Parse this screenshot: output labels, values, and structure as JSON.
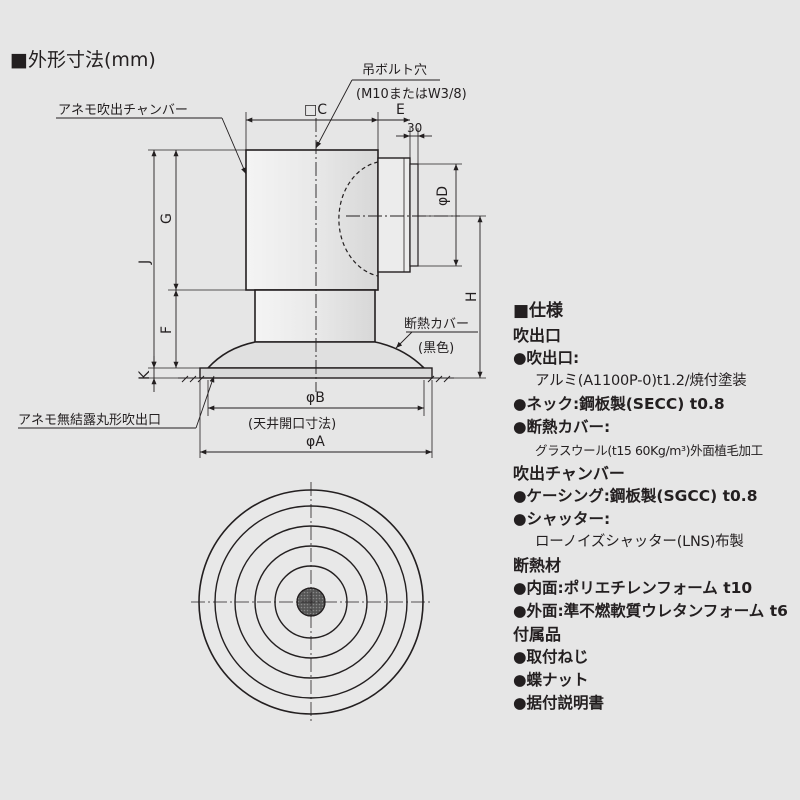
{
  "header": {
    "title": "■外形寸法(mm)"
  },
  "labels": {
    "bolt_hole": "吊ボルト穴",
    "bolt_spec": "(M10またはW3/8)",
    "chamber": "アネモ吹出チャンバー",
    "cover": "断熱カバー",
    "cover_color": "(黒色)",
    "outlet": "アネモ無結露丸形吹出口",
    "ceiling": "(天井開口寸法)"
  },
  "dims": {
    "c": "□C",
    "e": "E",
    "d30": "30",
    "phiD": "φD",
    "g": "G",
    "j": "J",
    "h": "H",
    "f": "F",
    "k": "K",
    "phiB": "φB",
    "phiA": "φA"
  },
  "specs": {
    "title": "■仕様",
    "groups": [
      {
        "name": "吹出口",
        "items": [
          {
            "label": "●吹出口:",
            "value": "アルミ(A1100P-0)t1.2/焼付塗装"
          },
          {
            "label": "●ネック:鋼板製(SECC) t0.8",
            "value": ""
          },
          {
            "label": "●断熱カバー:",
            "value": "グラスウール(t15 60Kg/m³)外面植毛加工",
            "small": true
          }
        ]
      },
      {
        "name": "吹出チャンバー",
        "items": [
          {
            "label": "●ケーシング:鋼板製(SGCC) t0.8",
            "value": ""
          },
          {
            "label": "●シャッター:",
            "value": "ローノイズシャッター(LNS)布製"
          }
        ]
      },
      {
        "name": "断熱材",
        "items": [
          {
            "label": "●内面:ポリエチレンフォーム t10",
            "value": ""
          },
          {
            "label": "●外面:準不燃軟質ウレタンフォーム t6",
            "value": ""
          }
        ]
      },
      {
        "name": "付属品",
        "items": [
          {
            "label": "●取付ねじ",
            "value": ""
          },
          {
            "label": "●蝶ナット",
            "value": ""
          },
          {
            "label": "●据付説明書",
            "value": ""
          }
        ]
      }
    ]
  }
}
